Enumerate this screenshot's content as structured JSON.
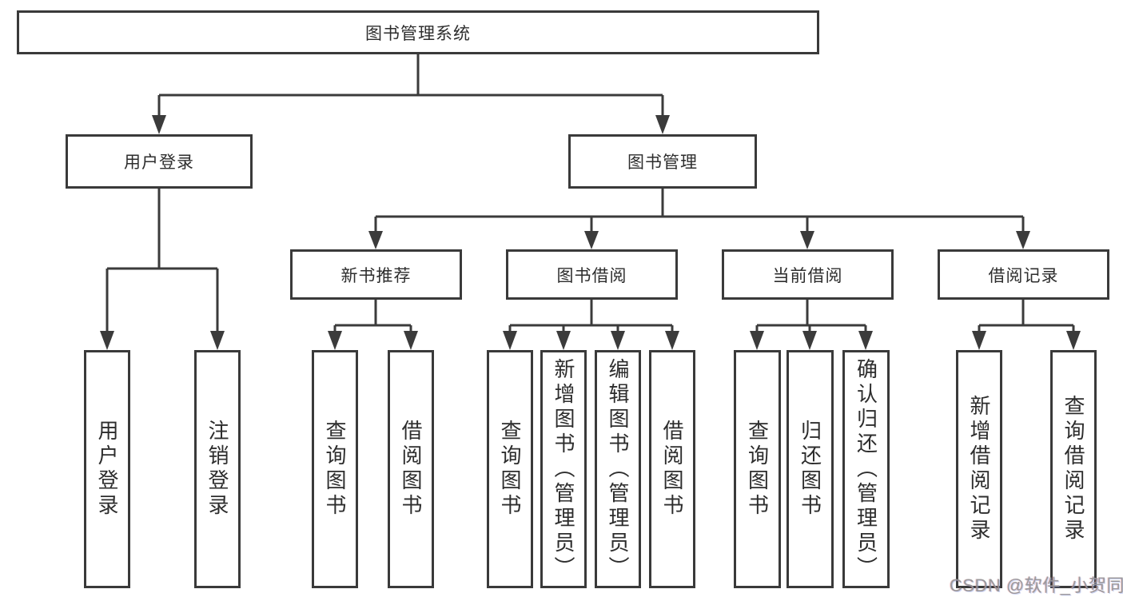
{
  "tree": {
    "root": {
      "label": "图书管理系统"
    },
    "user_login": {
      "label": "用户登录",
      "children": {
        "login": {
          "label": "用户登录"
        },
        "logout": {
          "label": "注销登录"
        }
      }
    },
    "book_mgmt": {
      "label": "图书管理",
      "children": {
        "new_books": {
          "label": "新书推荐",
          "children": {
            "query_books": {
              "label": "查询图书"
            },
            "borrow_books": {
              "label": "借阅图书"
            }
          }
        },
        "book_borrow": {
          "label": "图书借阅",
          "children": {
            "query_books": {
              "label": "查询图书"
            },
            "add_books": {
              "label": "新增图书（管理员）"
            },
            "edit_books": {
              "label": "编辑图书（管理员）"
            },
            "borrow_books": {
              "label": "借阅图书"
            }
          }
        },
        "current_borrow": {
          "label": "当前借阅",
          "children": {
            "query_books": {
              "label": "查询图书"
            },
            "return_books": {
              "label": "归还图书"
            },
            "confirm_return": {
              "label": "确认归还（管理员）"
            }
          }
        },
        "borrow_records": {
          "label": "借阅记录",
          "children": {
            "add_record": {
              "label": "新增借阅记录"
            },
            "query_record": {
              "label": "查询借阅记录"
            }
          }
        }
      }
    }
  },
  "watermark": {
    "text": "CSDN @软件_小贺同学"
  },
  "colors": {
    "line": "#3b3b3b",
    "box_border": "#3a3a3a",
    "text": "#2d2d2d",
    "watermark": "#949496"
  }
}
